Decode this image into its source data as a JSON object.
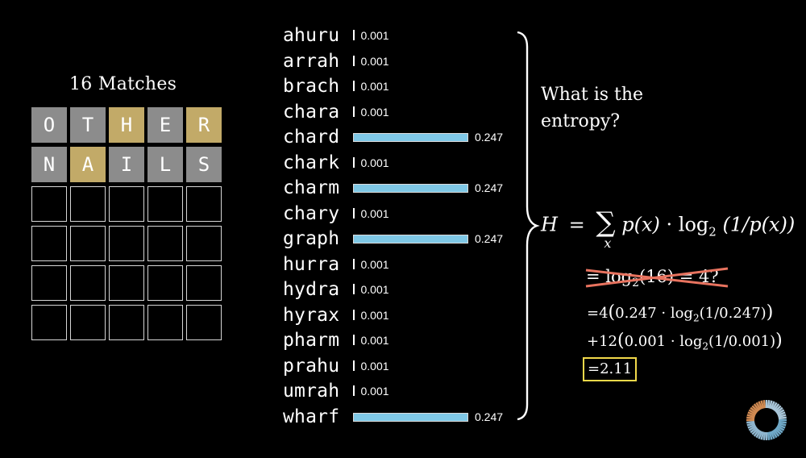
{
  "title": "16  Matches",
  "grid": {
    "rows": [
      [
        {
          "letter": "O",
          "color": "grey"
        },
        {
          "letter": "T",
          "color": "grey"
        },
        {
          "letter": "H",
          "color": "yellow"
        },
        {
          "letter": "E",
          "color": "grey"
        },
        {
          "letter": "R",
          "color": "yellow"
        }
      ],
      [
        {
          "letter": "N",
          "color": "grey"
        },
        {
          "letter": "A",
          "color": "yellow"
        },
        {
          "letter": "I",
          "color": "grey"
        },
        {
          "letter": "L",
          "color": "grey"
        },
        {
          "letter": "S",
          "color": "grey"
        }
      ],
      [
        {
          "letter": "",
          "color": "empty"
        },
        {
          "letter": "",
          "color": "empty"
        },
        {
          "letter": "",
          "color": "empty"
        },
        {
          "letter": "",
          "color": "empty"
        },
        {
          "letter": "",
          "color": "empty"
        }
      ],
      [
        {
          "letter": "",
          "color": "empty"
        },
        {
          "letter": "",
          "color": "empty"
        },
        {
          "letter": "",
          "color": "empty"
        },
        {
          "letter": "",
          "color": "empty"
        },
        {
          "letter": "",
          "color": "empty"
        }
      ],
      [
        {
          "letter": "",
          "color": "empty"
        },
        {
          "letter": "",
          "color": "empty"
        },
        {
          "letter": "",
          "color": "empty"
        },
        {
          "letter": "",
          "color": "empty"
        },
        {
          "letter": "",
          "color": "empty"
        }
      ],
      [
        {
          "letter": "",
          "color": "empty"
        },
        {
          "letter": "",
          "color": "empty"
        },
        {
          "letter": "",
          "color": "empty"
        },
        {
          "letter": "",
          "color": "empty"
        },
        {
          "letter": "",
          "color": "empty"
        }
      ]
    ],
    "colors": {
      "grey": "#8c8c8c",
      "yellow": "#c2aa68"
    }
  },
  "words": [
    {
      "word": "ahuru",
      "prob": 0.001,
      "label": "0.001"
    },
    {
      "word": "arrah",
      "prob": 0.001,
      "label": "0.001"
    },
    {
      "word": "brach",
      "prob": 0.001,
      "label": "0.001"
    },
    {
      "word": "chara",
      "prob": 0.001,
      "label": "0.001"
    },
    {
      "word": "chard",
      "prob": 0.247,
      "label": "0.247"
    },
    {
      "word": "chark",
      "prob": 0.001,
      "label": "0.001"
    },
    {
      "word": "charm",
      "prob": 0.247,
      "label": "0.247"
    },
    {
      "word": "chary",
      "prob": 0.001,
      "label": "0.001"
    },
    {
      "word": "graph",
      "prob": 0.247,
      "label": "0.247"
    },
    {
      "word": "hurra",
      "prob": 0.001,
      "label": "0.001"
    },
    {
      "word": "hydra",
      "prob": 0.001,
      "label": "0.001"
    },
    {
      "word": "hyrax",
      "prob": 0.001,
      "label": "0.001"
    },
    {
      "word": "pharm",
      "prob": 0.001,
      "label": "0.001"
    },
    {
      "word": "prahu",
      "prob": 0.001,
      "label": "0.001"
    },
    {
      "word": "umrah",
      "prob": 0.001,
      "label": "0.001"
    },
    {
      "word": "wharf",
      "prob": 0.247,
      "label": "0.247"
    }
  ],
  "bar_color": "#7fc8e6",
  "question": {
    "line1": "What is the",
    "line2": "entropy?"
  },
  "formula": {
    "lhs": "H",
    "eq": "=",
    "sum": "∑",
    "sub": "x",
    "p": "p(x)",
    "dot": "·",
    "log": "log",
    "base": "2",
    "arg": "(1/p(x))"
  },
  "struck": {
    "text_a": "= log",
    "base": "2",
    "text_b": "(16) = 4?",
    "strike_color": "#e8735f"
  },
  "line1": {
    "prefix": "=4",
    "open": "(",
    "body": "0.247 · log",
    "base": "2",
    "tail": "(1/0.247)",
    "close": ")"
  },
  "line2": {
    "prefix": "+12",
    "open": "(",
    "body": "0.001 · log",
    "base": "2",
    "tail": "(1/0.001)",
    "close": ")"
  },
  "result": {
    "text": "=2.11",
    "border_color": "#f2d94a"
  }
}
